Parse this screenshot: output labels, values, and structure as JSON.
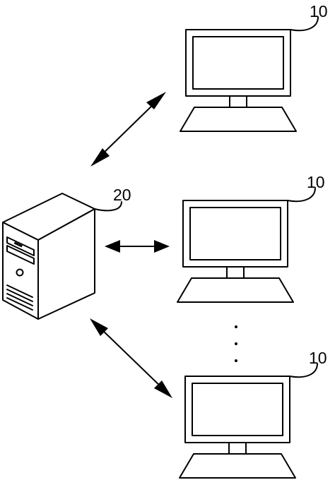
{
  "diagram": {
    "server": {
      "ref_label": "20",
      "icon": "tower-server-icon"
    },
    "terminals": [
      {
        "ref_label": "10",
        "icon": "desktop-monitor-icon"
      },
      {
        "ref_label": "10",
        "icon": "desktop-monitor-icon"
      },
      {
        "ref_label": "10",
        "icon": "desktop-monitor-icon"
      }
    ],
    "connections": [
      {
        "from": "server",
        "to": "terminal-1",
        "style": "double-headed-arrow"
      },
      {
        "from": "server",
        "to": "terminal-2",
        "style": "double-headed-arrow"
      },
      {
        "from": "server",
        "to": "terminal-3",
        "style": "double-headed-arrow"
      }
    ],
    "ellipsis": {
      "dot_count": 3
    },
    "colors": {
      "line": "#000000",
      "background": "#ffffff"
    }
  }
}
